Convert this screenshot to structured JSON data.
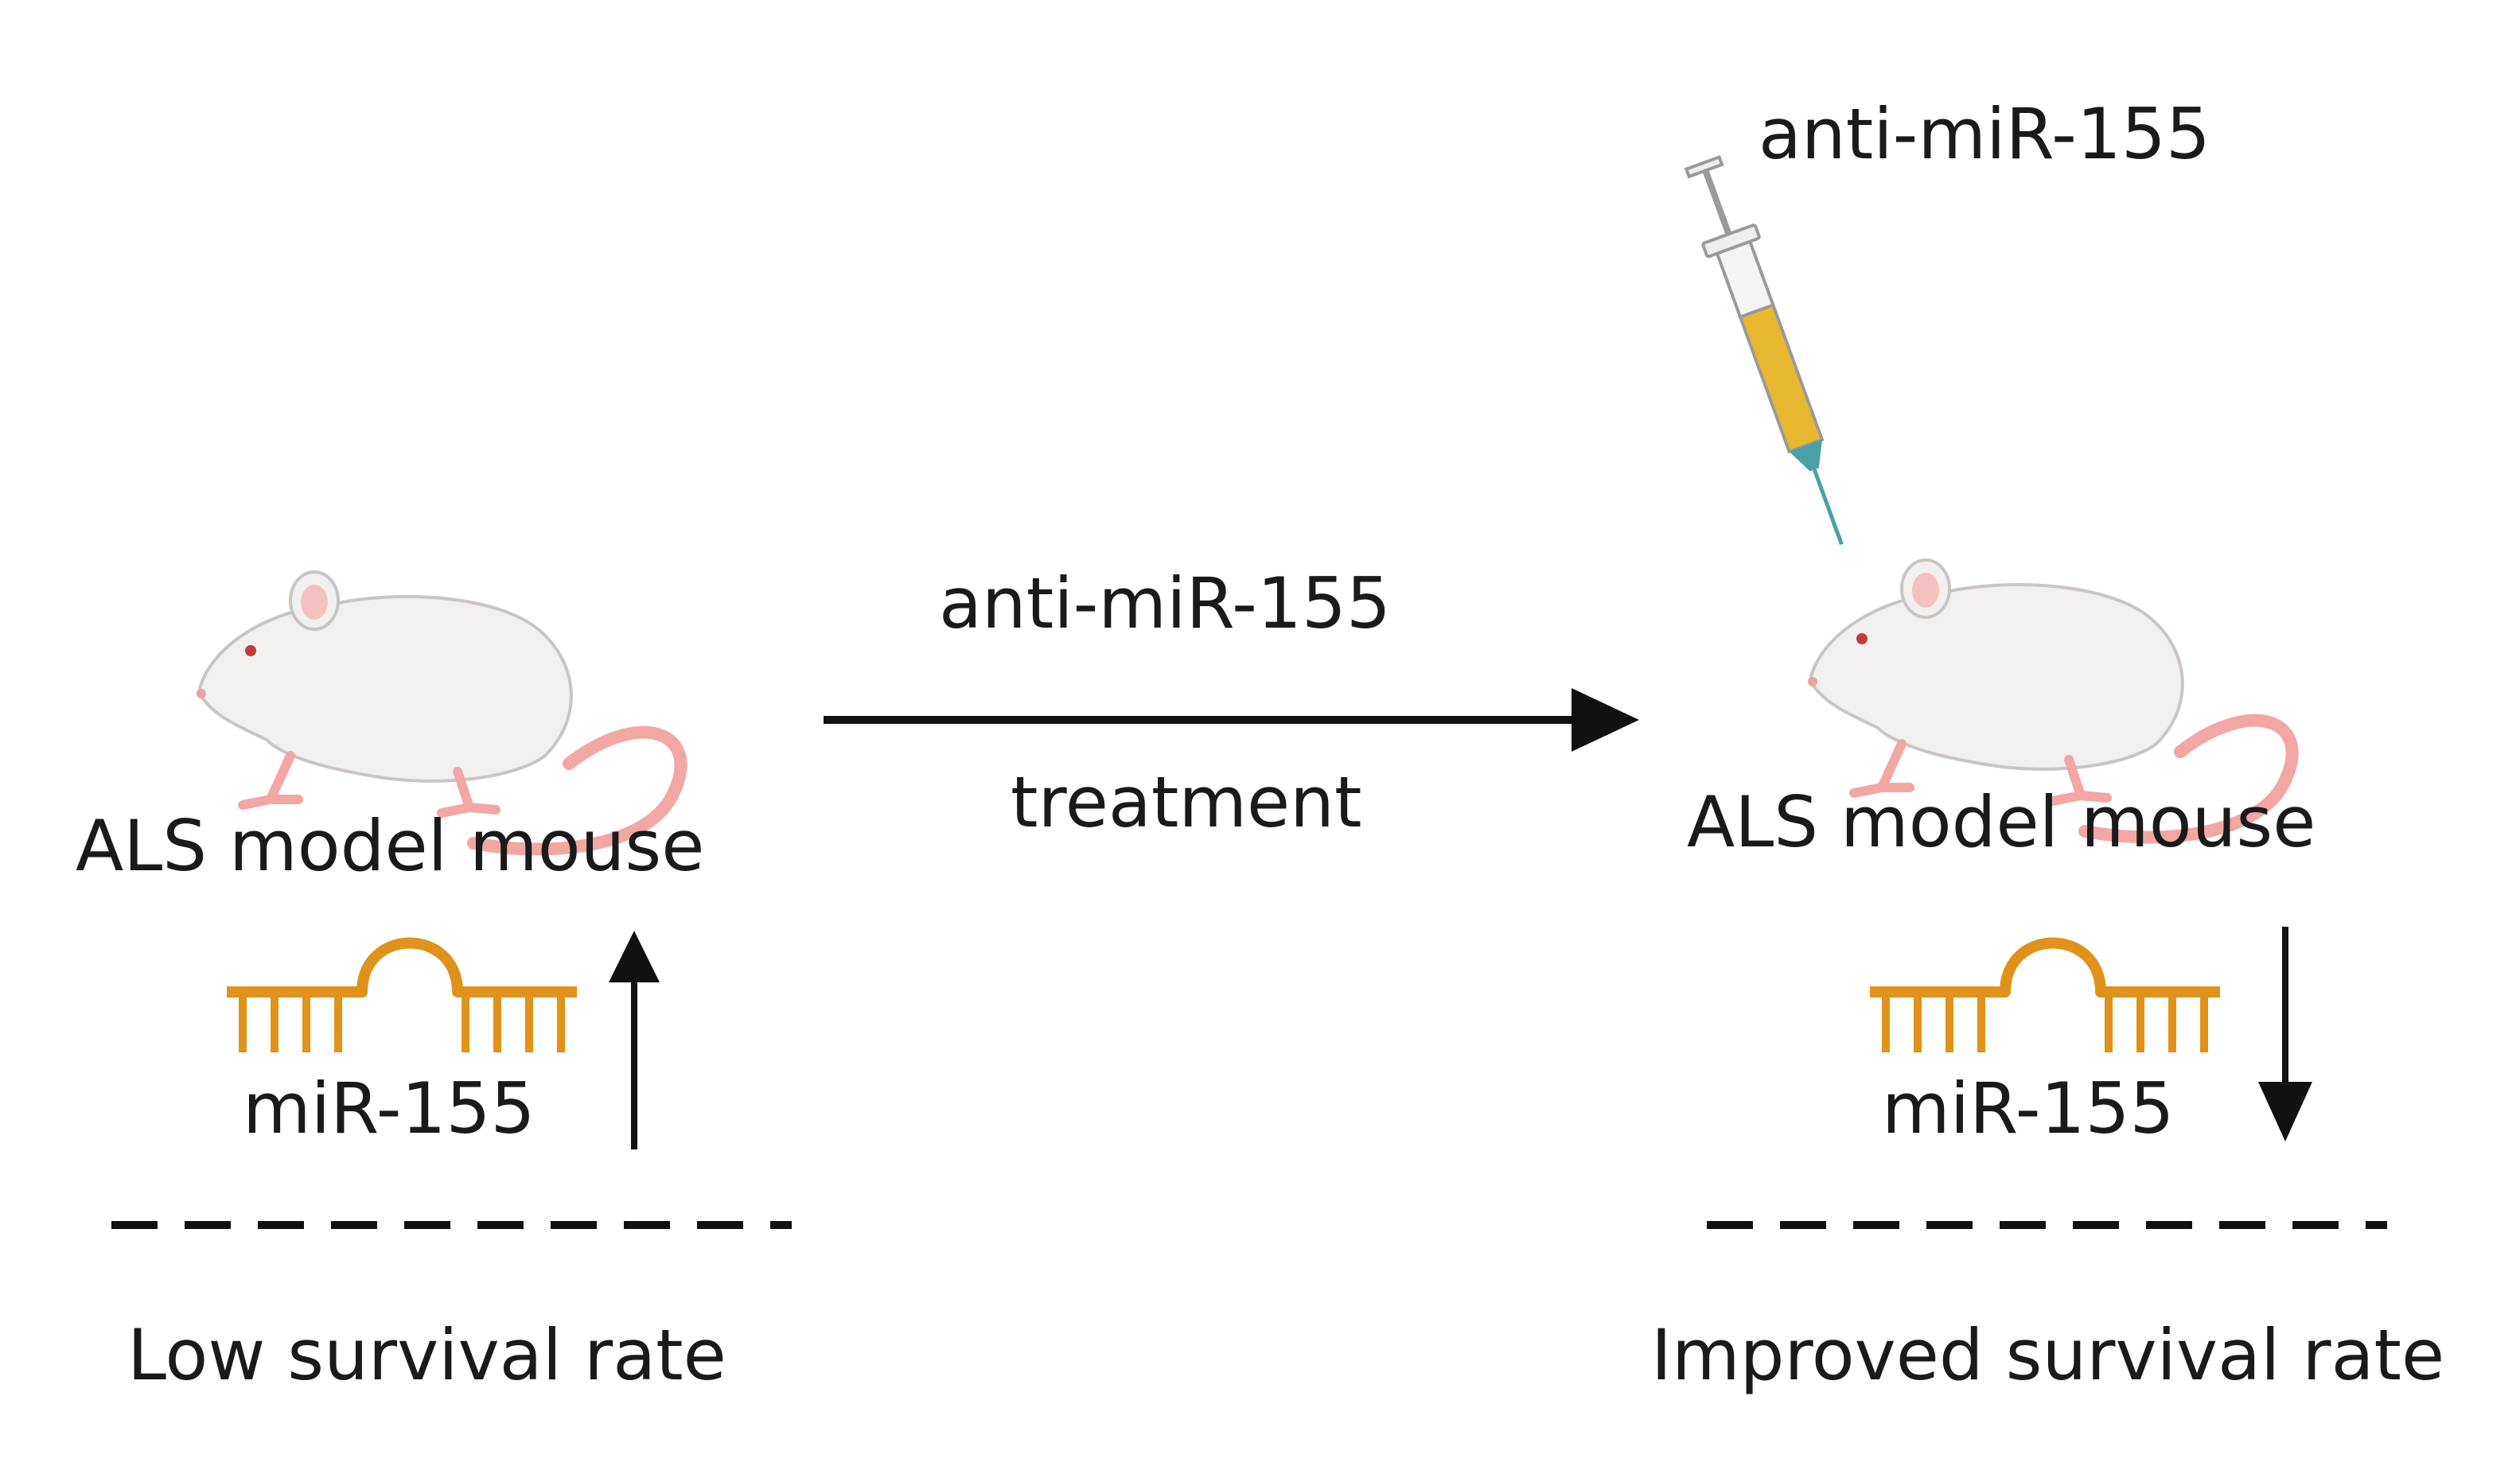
{
  "left_panel": {
    "subject_label": "ALS model mouse",
    "mirna_label": "miR-155",
    "outcome_label": "Low survival rate"
  },
  "center": {
    "above_arrow": "anti-miR-155",
    "below_arrow": "treatment"
  },
  "right_panel": {
    "syringe_label": "anti-miR-155",
    "subject_label": "ALS model mouse",
    "mirna_label": "miR-155",
    "outcome_label": "Improved survival rate"
  },
  "icons": [
    "mouse-icon",
    "mirna-hairpin-icon",
    "syringe-icon",
    "up-arrow-icon",
    "down-arrow-icon"
  ],
  "colors": {
    "mirna": "#e0921a",
    "mouse_body": "#f2f0ef",
    "mouse_tail": "#f2a7a4",
    "syringe_liquid": "#e8b930",
    "needle": "#4aa0a6",
    "arrow": "#111111"
  }
}
